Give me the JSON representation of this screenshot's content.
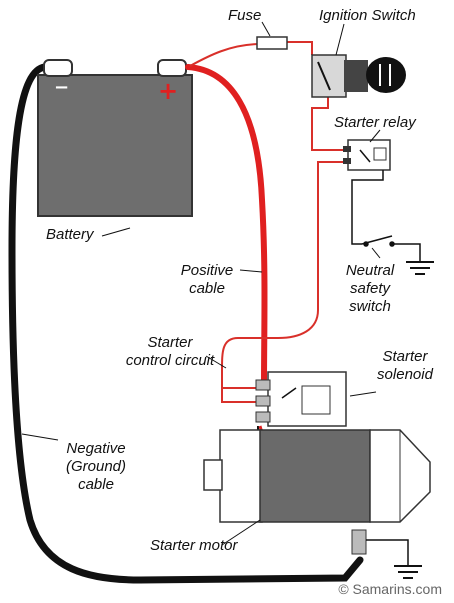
{
  "labels": {
    "fuse": "Fuse",
    "ignition_switch": "Ignition Switch",
    "starter_relay": "Starter relay",
    "battery": "Battery",
    "positive_cable_1": "Positive",
    "positive_cable_2": "cable",
    "neutral_1": "Neutral",
    "neutral_2": "safety",
    "neutral_3": "switch",
    "control_1": "Starter",
    "control_2": "control circuit",
    "solenoid_1": "Starter",
    "solenoid_2": "solenoid",
    "negative_1": "Negative",
    "negative_2": "(Ground)",
    "negative_3": "cable",
    "starter_motor": "Starter motor",
    "copyright": "© Samarins.com"
  },
  "battery_terminals": {
    "negative": "−",
    "positive": "+"
  },
  "colors": {
    "positive_cable": "#e02020",
    "wire": "#d9302a",
    "negative_cable": "#111111",
    "battery_body": "#6e6e6e",
    "motor_body": "#6a6a6a"
  }
}
